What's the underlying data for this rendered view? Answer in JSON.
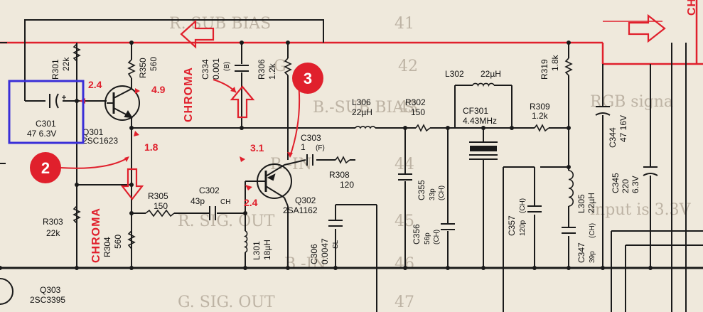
{
  "colors": {
    "paper": "#efe9dc",
    "wire": "#1a1a1a",
    "red": "#e0202c",
    "ghost": "#bdb3a4",
    "highlight": "#3a2fd8"
  },
  "components": {
    "c301": {
      "ref": "C301",
      "value": "47 6.3V"
    },
    "r301": {
      "ref": "R301",
      "value": "22k"
    },
    "r350": {
      "ref": "R350",
      "value": "560"
    },
    "q301": {
      "ref": "Q301",
      "part": "2SC1623"
    },
    "c334": {
      "ref": "C334",
      "value": "0.001",
      "note": "(B)"
    },
    "r306": {
      "ref": "R306",
      "value": "1.2k"
    },
    "c303": {
      "ref": "C303",
      "value": "1",
      "note": "(F)"
    },
    "r308": {
      "ref": "R308",
      "value": "120"
    },
    "q302": {
      "ref": "Q302",
      "part": "2SA1162"
    },
    "l306": {
      "ref": "L306",
      "value": "22µH"
    },
    "r302": {
      "ref": "R302",
      "value": "150"
    },
    "l302": {
      "ref": "L302",
      "value": "22µH"
    },
    "cf301": {
      "ref": "CF301",
      "value": "4.43MHz"
    },
    "r319": {
      "ref": "R319",
      "value": "1.8k"
    },
    "r309": {
      "ref": "R309",
      "value": "1.2k"
    },
    "c344": {
      "ref": "C344",
      "value": "47 16V"
    },
    "r305": {
      "ref": "R305",
      "value": "150"
    },
    "c302": {
      "ref": "C302",
      "value": "43p",
      "note": "CH"
    },
    "r303": {
      "ref": "R303",
      "value": "22k"
    },
    "r304": {
      "ref": "R304",
      "value": "560"
    },
    "l301": {
      "ref": "L301",
      "value": "18µH"
    },
    "c306": {
      "ref": "C306",
      "value": "0.0047",
      "note": "SL"
    },
    "c355": {
      "ref": "C355",
      "value": "33p",
      "note": "(CH)"
    },
    "c356": {
      "ref": "C356",
      "value": "56p",
      "note": "(CH)"
    },
    "c357": {
      "ref": "C357",
      "value": "120p",
      "note": "(CH)"
    },
    "l305": {
      "ref": "L305",
      "value": "22µH"
    },
    "c347": {
      "ref": "C347",
      "value": "39p",
      "note": "(CH)"
    },
    "c345": {
      "ref": "C345",
      "value": "220",
      "note": "6.3V"
    },
    "q303": {
      "ref": "Q303",
      "part": "2SC3395"
    }
  },
  "voltages": {
    "q301_base": "2.4",
    "q301_collector": "4.9",
    "q301_emitter": "1.8",
    "q302_emitter": "3.1",
    "q302_collector": "2.4"
  },
  "signal_labels": {
    "chroma_top": "CHROMA",
    "chroma_bottom": "CHROMA",
    "chroma_right": "CHR"
  },
  "markers": {
    "m2": "2",
    "m3": "3"
  },
  "background_table": {
    "row1": {
      "pin": "41",
      "name": "R. SUB BIAS"
    },
    "row2": {
      "pin": "42",
      "name": "G"
    },
    "row3": {
      "pin": "43",
      "name": "B.-SUB BIAS"
    },
    "row4": {
      "pin": "44",
      "name": "R.-IN"
    },
    "row5": {
      "pin": "45",
      "name": "R. SIG. OUT"
    },
    "row6": {
      "pin": "46",
      "name": "B.-IN"
    },
    "row7": {
      "pin": "47",
      "name": "G. SIG. OUT"
    },
    "side1": "RGB signa",
    "side2": "input is 3.3V"
  }
}
